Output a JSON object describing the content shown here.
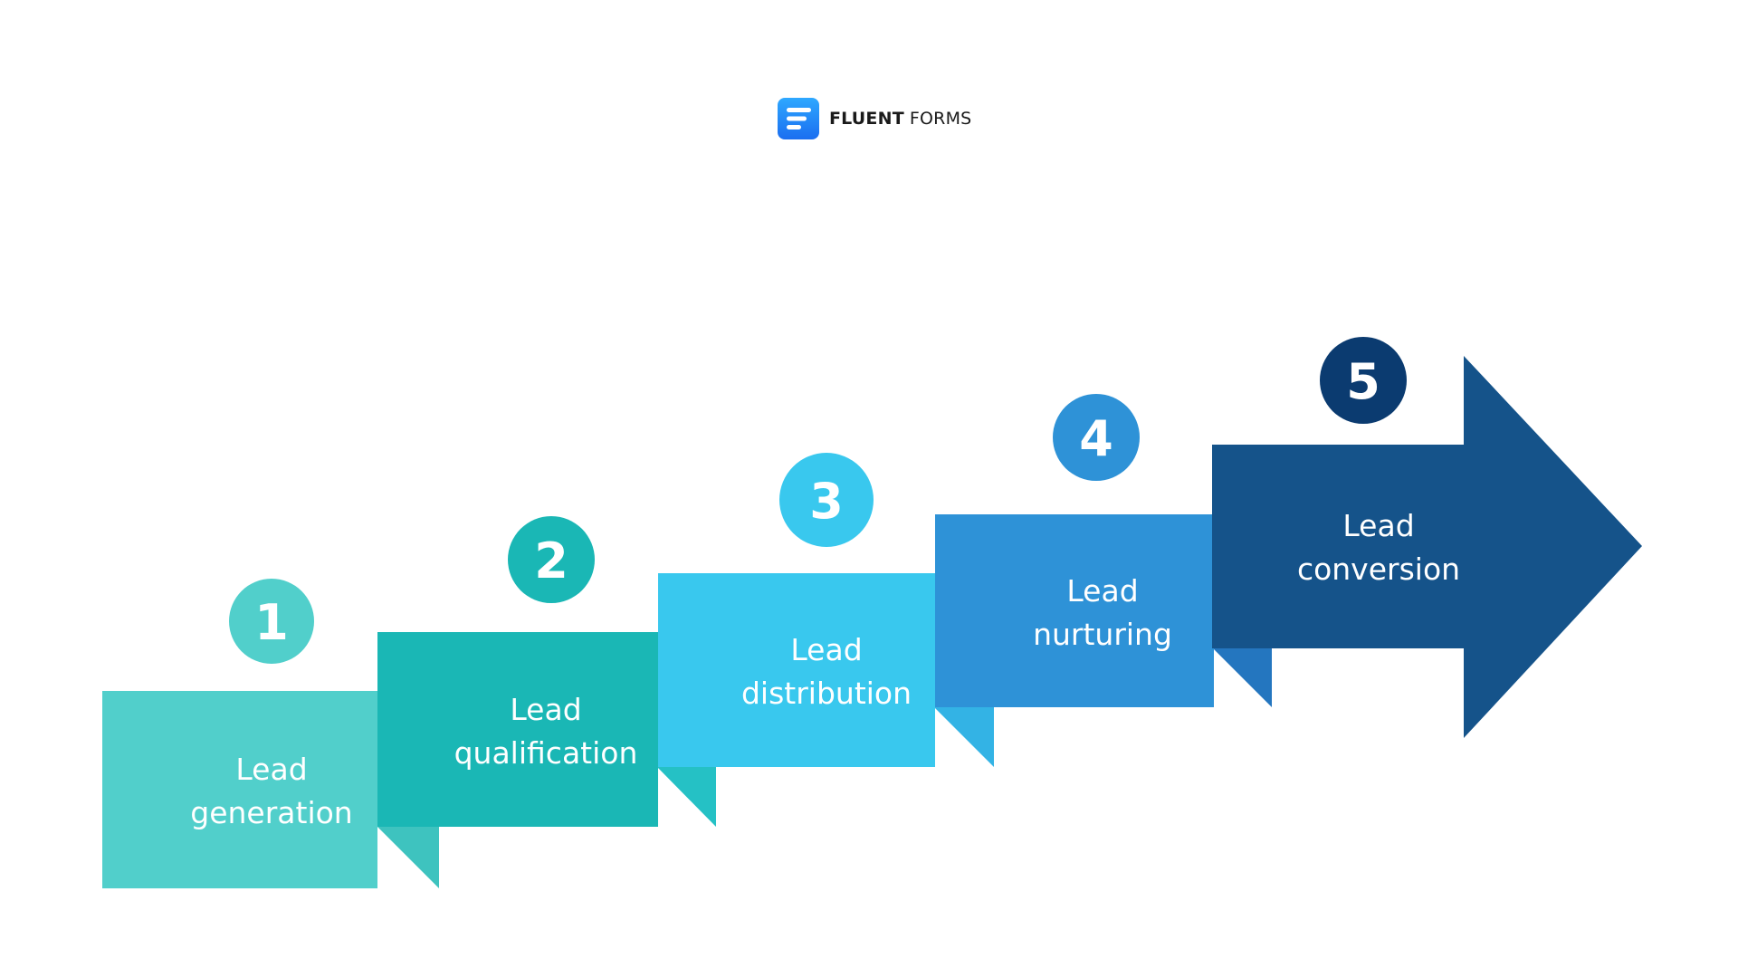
{
  "brand": {
    "name_bold": "FLUENT",
    "name_light": "FORMS",
    "colors": {
      "mark_top": "#2ea8ff",
      "mark_bottom": "#1b6ef0"
    }
  },
  "steps": [
    {
      "number": "1",
      "line1": "Lead",
      "line2": "generation",
      "color": "#51cfcb",
      "shade": "#3ec3bf",
      "circle": "#51cfcb"
    },
    {
      "number": "2",
      "line1": "Lead",
      "line2": "qualification",
      "color": "#1ab7b5",
      "shade": "#25c1c5",
      "circle": "#1ab7b5"
    },
    {
      "number": "3",
      "line1": "Lead",
      "line2": "distribution",
      "color": "#39c8ee",
      "shade": "#33b3e5",
      "circle": "#39c8ee"
    },
    {
      "number": "4",
      "line1": "Lead",
      "line2": "nurturing",
      "color": "#2e92d7",
      "shade": "#2476bf",
      "circle": "#2e92d7"
    },
    {
      "number": "5",
      "line1": "Lead",
      "line2": "conversion",
      "color": "#15538a",
      "shade": "#15538a",
      "circle": "#0b3b70"
    }
  ]
}
